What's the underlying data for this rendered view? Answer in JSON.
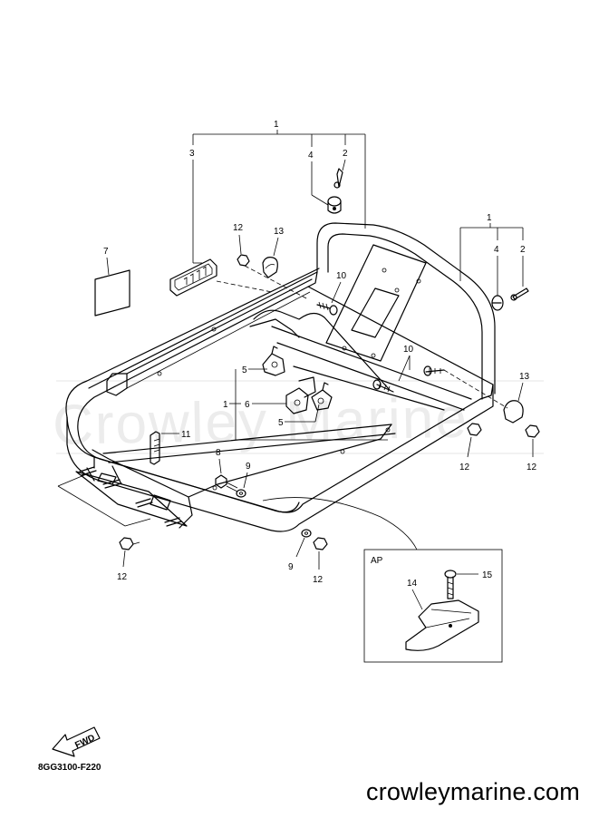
{
  "watermark": "Crowley Marine",
  "diagram_code": "8GG3100-F220",
  "fwd_label": "FWD",
  "site": "crowleymarine.com",
  "inset_label": "AP",
  "callouts": {
    "c1_top": "1",
    "c2_top": "2",
    "c3": "3",
    "c4_top": "4",
    "c1_right": "1",
    "c4_right": "4",
    "c2_right": "2",
    "c7": "7",
    "c12_upper": "12",
    "c13_upper": "13",
    "c10_upper": "10",
    "c10_right": "10",
    "c13_right": "13",
    "c5_upper": "5",
    "c1_mid": "1",
    "c6": "6",
    "c5_lower": "5",
    "c11": "11",
    "c8": "8",
    "c9_upper": "9",
    "c12_right_a": "12",
    "c12_right_b": "12",
    "c12_lower_left": "12",
    "c9_lower": "9",
    "c12_lower_mid": "12",
    "c14": "14",
    "c15": "15"
  },
  "colors": {
    "ink": "#000000",
    "watermark": "#ececec",
    "background": "#ffffff"
  }
}
